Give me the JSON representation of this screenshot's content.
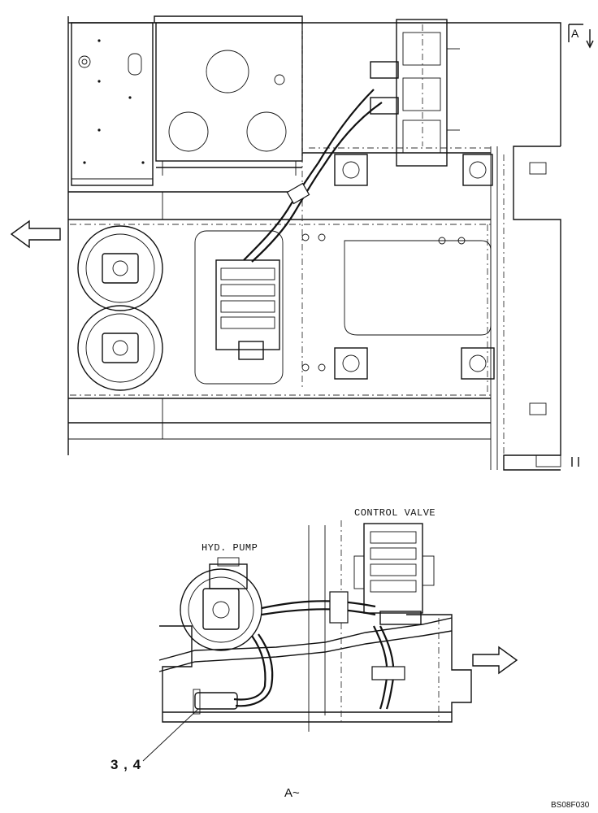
{
  "labels": {
    "control_valve": "CONTROL VALVE",
    "hyd_pump": "HYD. PUMP",
    "callout": "3 , 4",
    "view_a_top": "A",
    "view_a_bottom": "A~",
    "drawing_code": "BS08F030"
  },
  "icons": {
    "left_arrow": "arrow-left-outline-icon",
    "right_arrow": "arrow-right-outline-icon",
    "view_arrow": "view-direction-arrow-icon"
  }
}
